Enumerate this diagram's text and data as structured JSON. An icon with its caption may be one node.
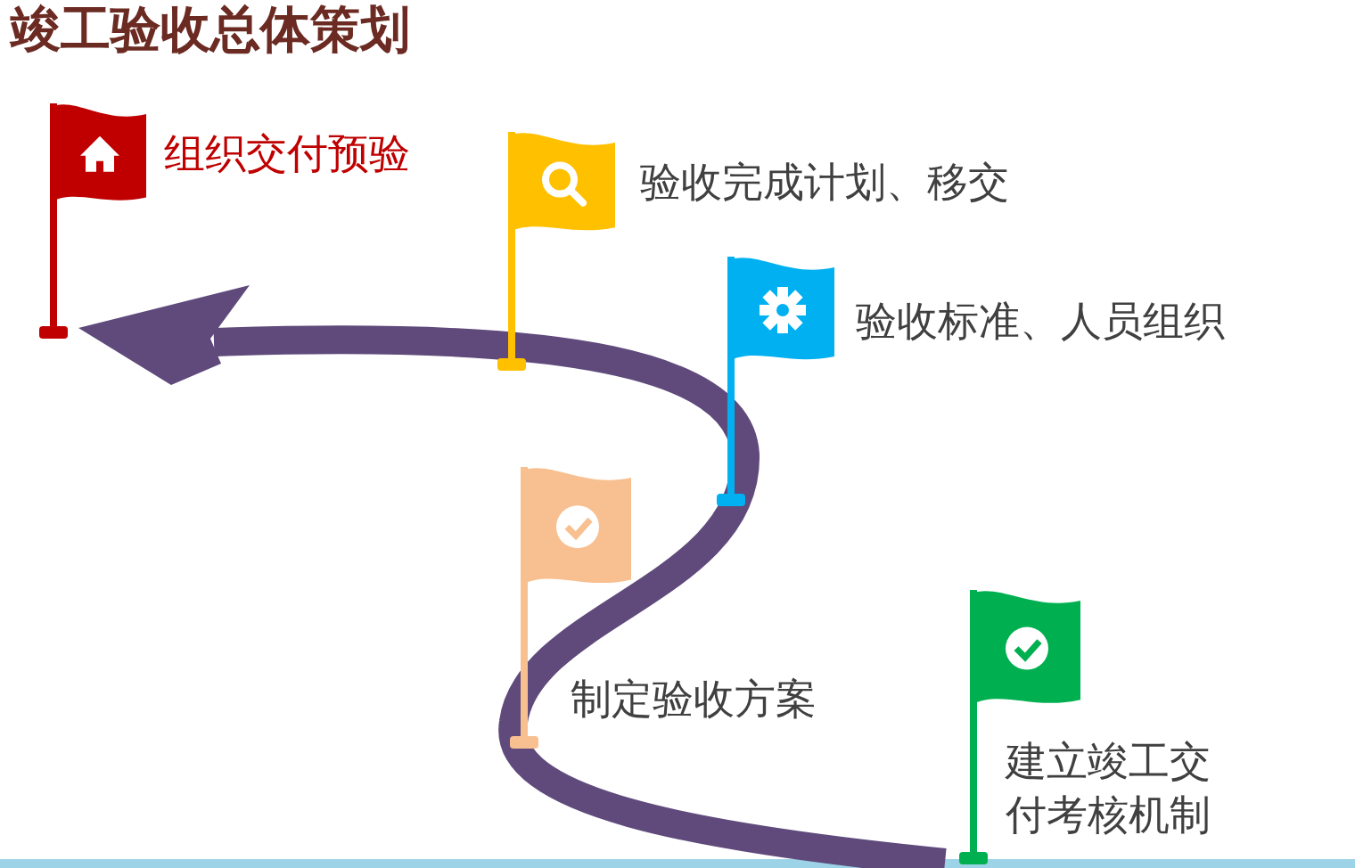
{
  "diagram": {
    "title": "竣工验收总体策划",
    "nodes": [
      {
        "text": [
          "组织交付预验"
        ]
      },
      {
        "text": [
          "验收完成计划、移交"
        ]
      },
      {
        "text": [
          "验收标准、人员组织"
        ]
      },
      {
        "text": [
          "制定验收方案"
        ]
      },
      {
        "text": [
          "建立竣工交付考核机制"
        ]
      }
    ]
  }
}
